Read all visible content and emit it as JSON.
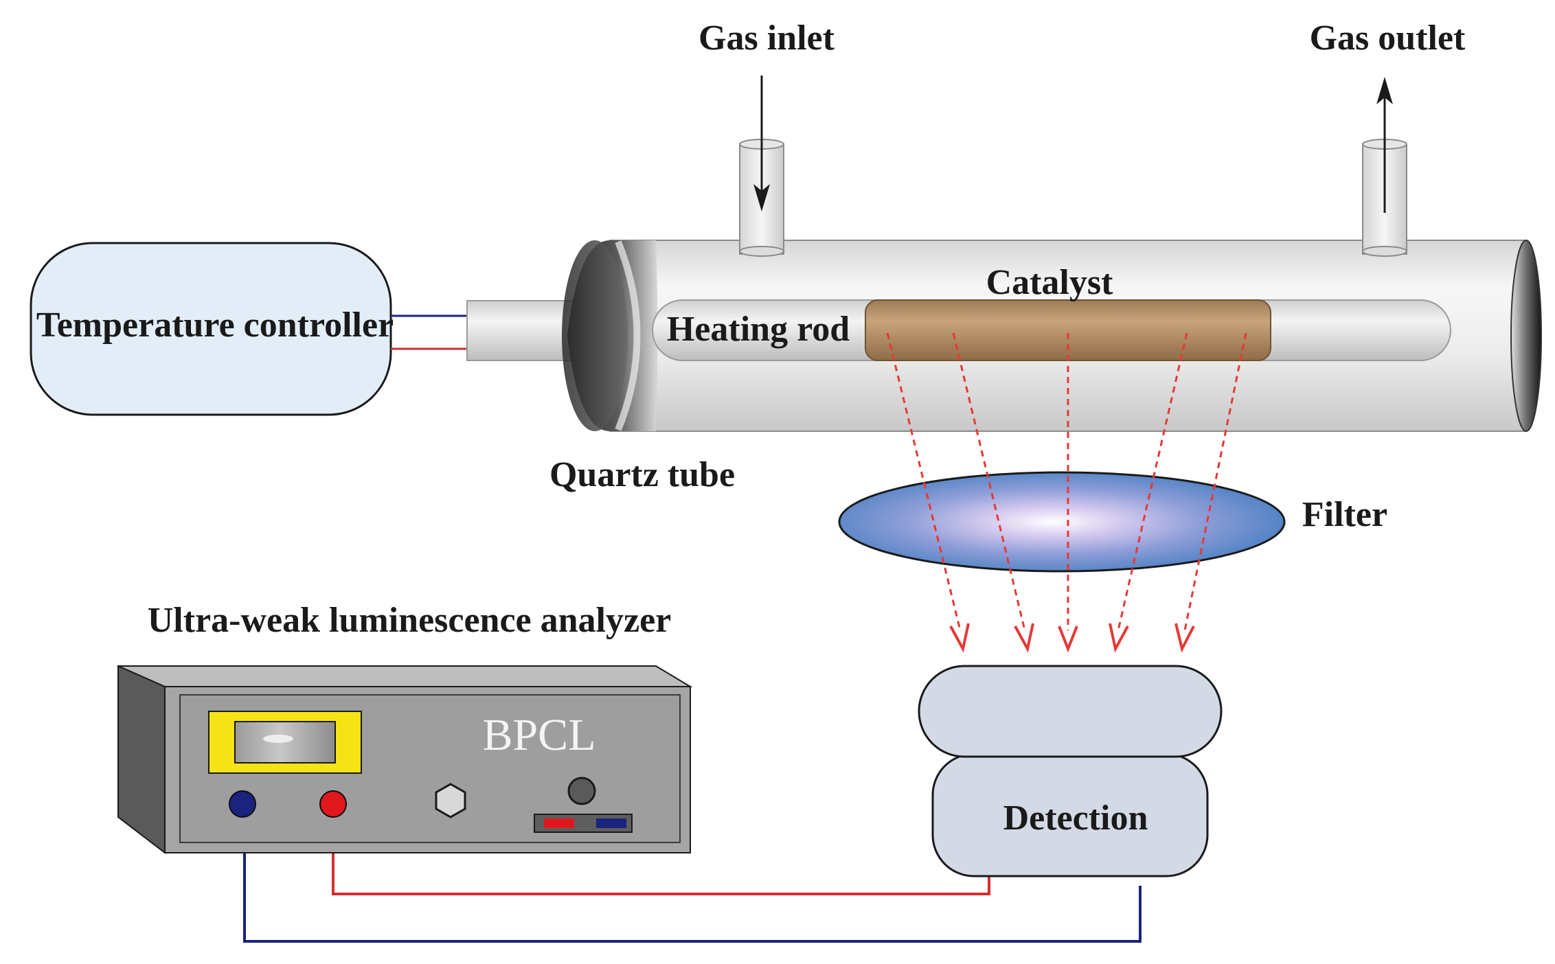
{
  "labels": {
    "gas_inlet": "Gas inlet",
    "gas_outlet": "Gas outlet",
    "catalyst": "Catalyst",
    "heating_rod": "Heating rod",
    "temperature_controller": "Temperature controller",
    "quartz_tube": "Quartz tube",
    "filter": "Filter",
    "analyzer_title": "Ultra-weak luminescence analyzer",
    "analyzer_brand": "BPCL",
    "detection": "Detection"
  },
  "colors": {
    "wire_blue": "#1a237e",
    "wire_red": "#d32f2f",
    "light_ray": "#e53935",
    "catalyst": "#b8936a",
    "controller_fill": "#e3edf8",
    "detector_fill": "#d4d9e6",
    "analyzer_face": "#9e9e9e",
    "display_frame": "#f5e316",
    "filter_edge": "#3f6fb5"
  },
  "icons": [
    "arrow-down-icon",
    "arrow-up-icon",
    "hexagon-knob-icon",
    "round-knob-icon",
    "blue-terminal-icon",
    "red-terminal-icon"
  ]
}
